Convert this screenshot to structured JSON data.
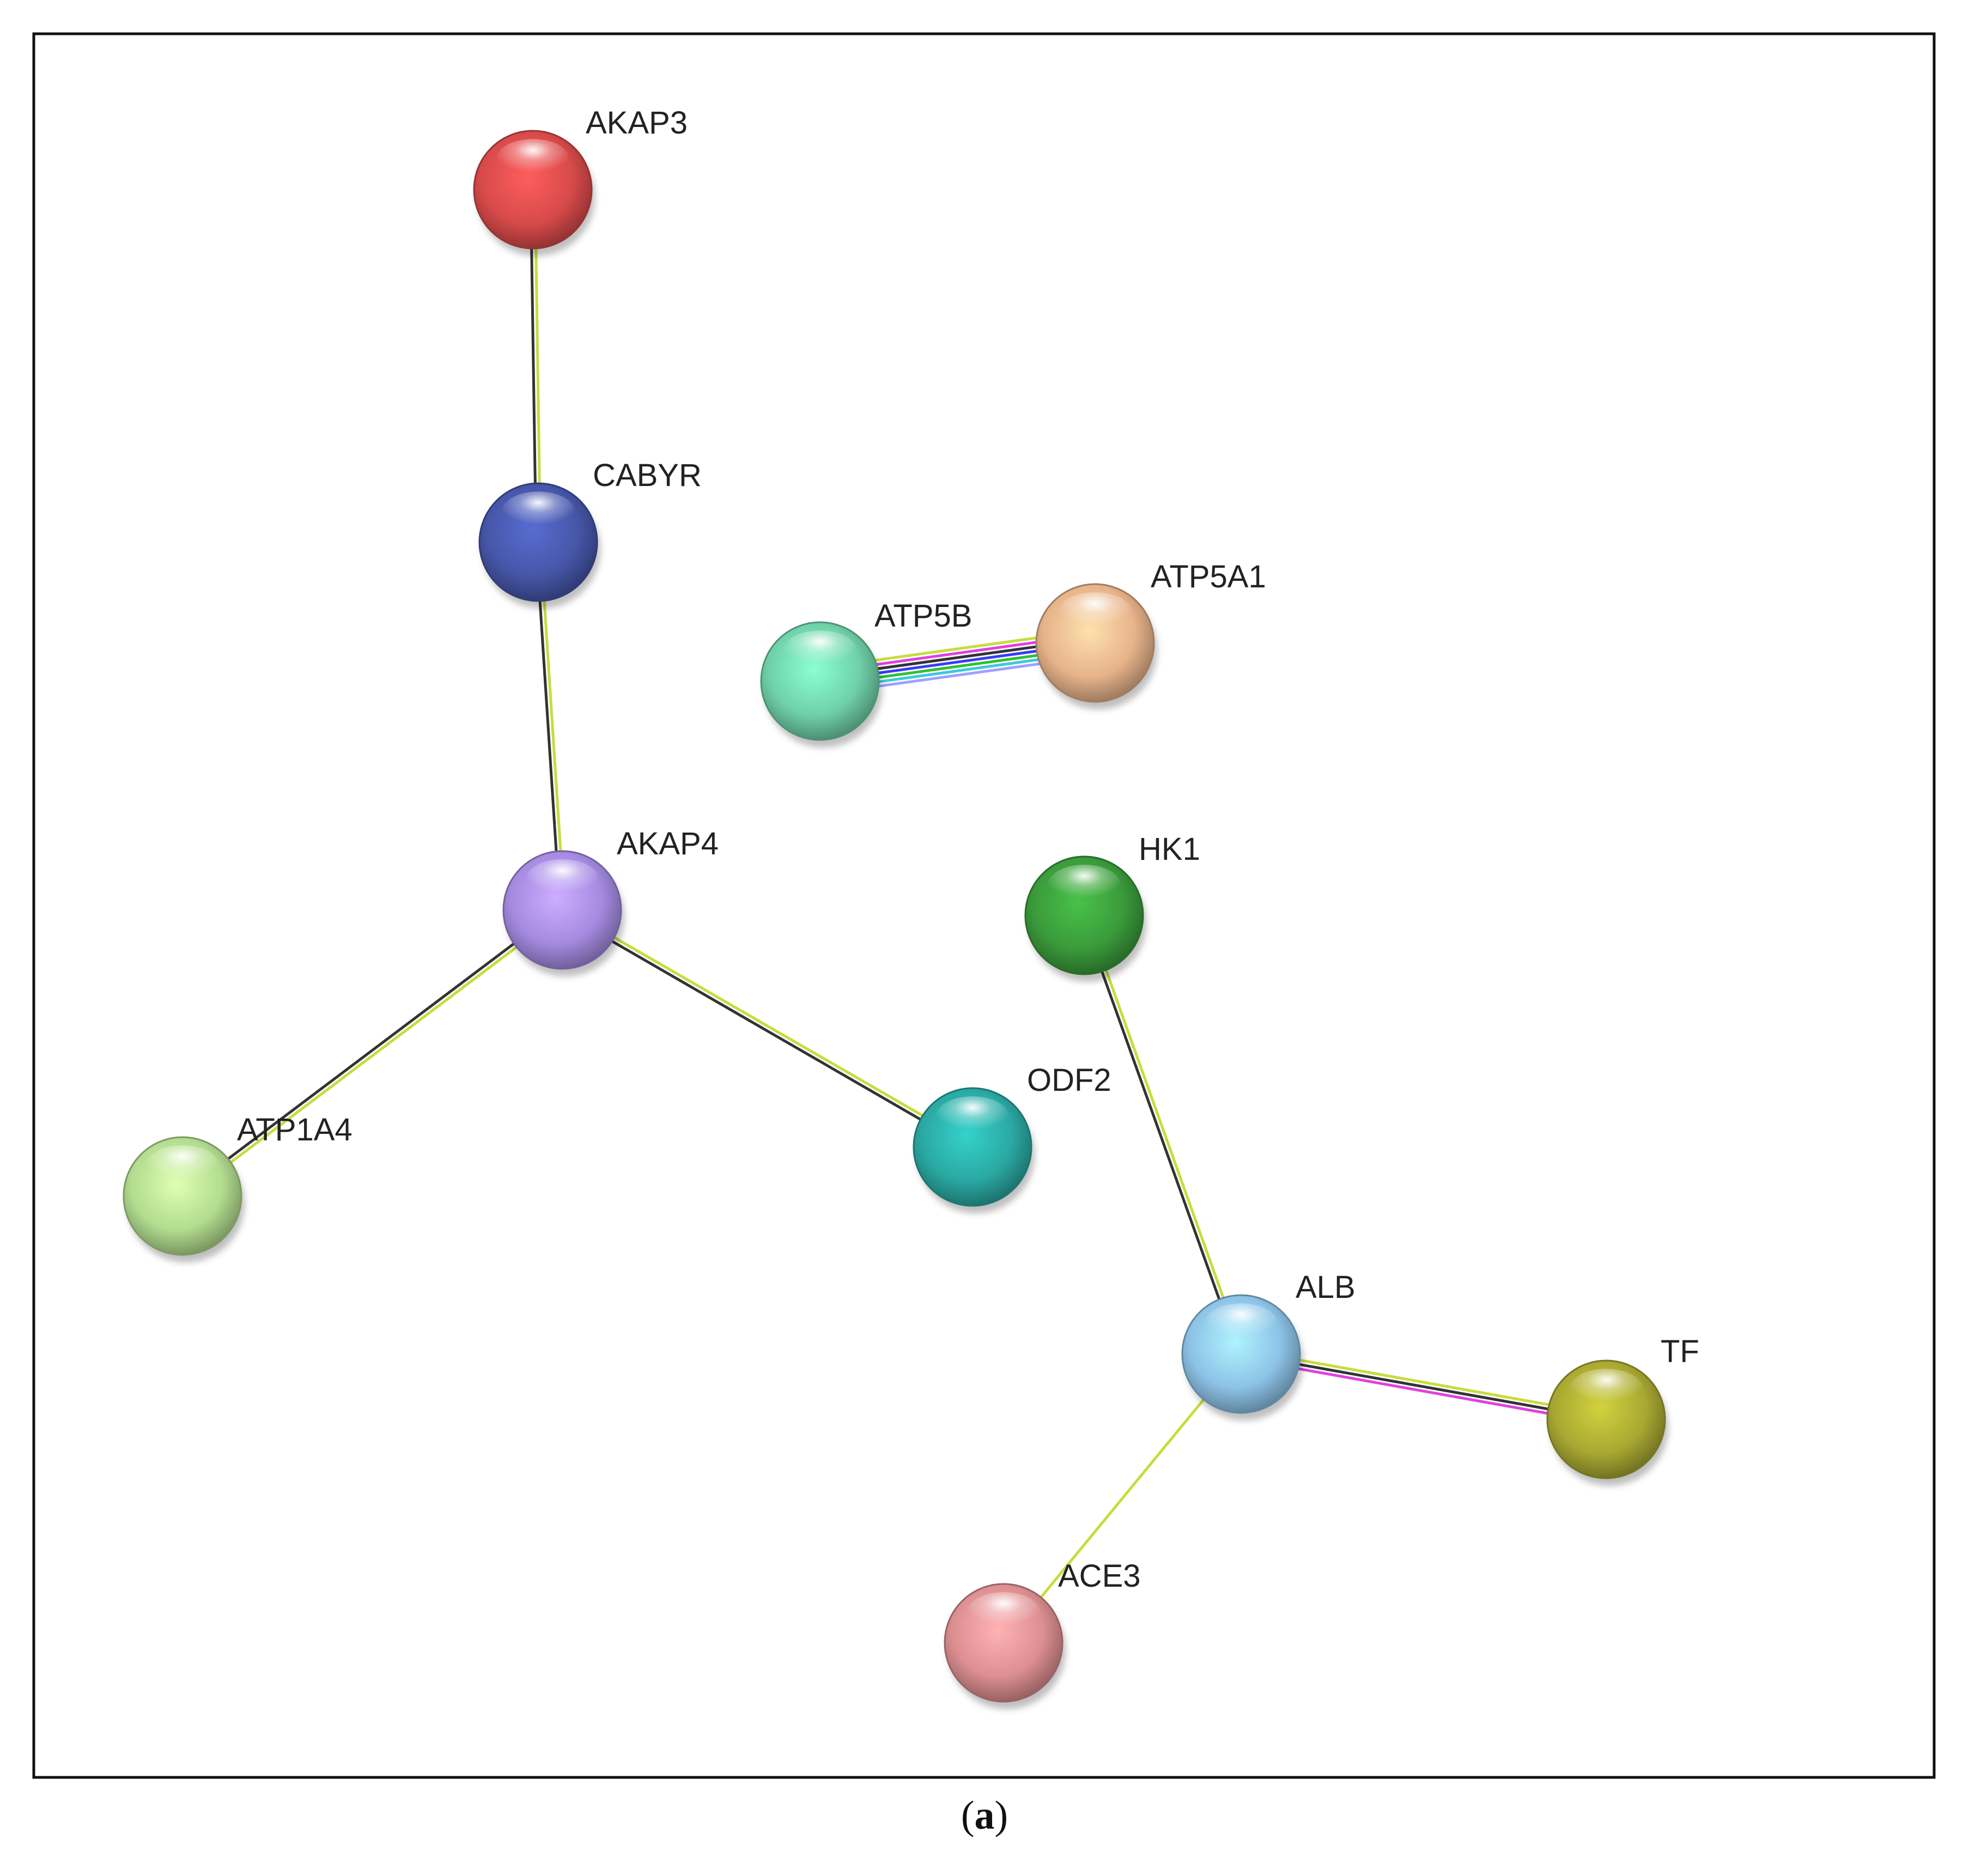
{
  "caption": {
    "open": "(",
    "letter": "a",
    "close": ")"
  },
  "nodes": [
    {
      "id": "AKAP3",
      "label": "AKAP3",
      "color": "#d84a4a"
    },
    {
      "id": "CABYR",
      "label": "CABYR",
      "color": "#4656a8"
    },
    {
      "id": "ATP5B",
      "label": "ATP5B",
      "color": "#6fd0a8"
    },
    {
      "id": "ATP5A1",
      "label": "ATP5A1",
      "color": "#e6b38a"
    },
    {
      "id": "AKAP4",
      "label": "AKAP4",
      "color": "#a48ae0"
    },
    {
      "id": "HK1",
      "label": "HK1",
      "color": "#3a9a3a"
    },
    {
      "id": "ODF2",
      "label": "ODF2",
      "color": "#2aa8a2"
    },
    {
      "id": "ATP1A4",
      "label": "ATP1A4",
      "color": "#b2dc8e"
    },
    {
      "id": "ALB",
      "label": "ALB",
      "color": "#8cc2e6"
    },
    {
      "id": "TF",
      "label": "TF",
      "color": "#a8a832"
    },
    {
      "id": "ACE3",
      "label": "ACE3",
      "color": "#dc8e90"
    }
  ],
  "edges": [
    {
      "from": "AKAP3",
      "to": "CABYR",
      "colors": [
        "#c8dc3c",
        "#333333"
      ]
    },
    {
      "from": "CABYR",
      "to": "AKAP4",
      "colors": [
        "#c8dc3c",
        "#333333"
      ]
    },
    {
      "from": "AKAP4",
      "to": "ATP1A4",
      "colors": [
        "#c8dc3c",
        "#333333"
      ]
    },
    {
      "from": "AKAP4",
      "to": "ODF2",
      "colors": [
        "#c8dc3c",
        "#333333"
      ]
    },
    {
      "from": "ATP5B",
      "to": "ATP5A1",
      "colors": [
        "#c8dc3c",
        "#e040e0",
        "#333333",
        "#3a3aff",
        "#30c030",
        "#40c8e0",
        "#a0a0ff"
      ]
    },
    {
      "from": "HK1",
      "to": "ALB",
      "colors": [
        "#c8dc3c",
        "#333333"
      ]
    },
    {
      "from": "ALB",
      "to": "TF",
      "colors": [
        "#c8dc3c",
        "#333333",
        "#e040e0"
      ]
    },
    {
      "from": "ALB",
      "to": "ACE3",
      "colors": [
        "#c8dc3c"
      ]
    }
  ]
}
